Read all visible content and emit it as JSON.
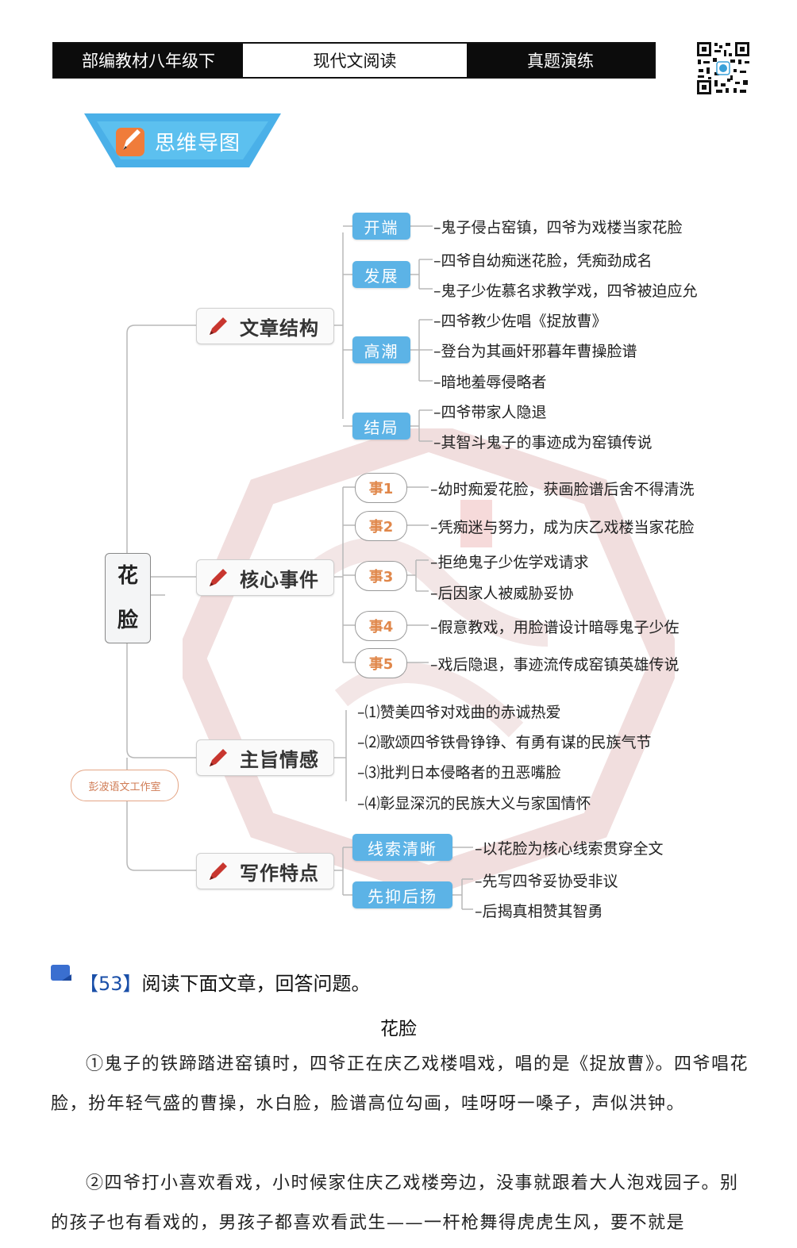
{
  "header": {
    "cell1": "部编教材八年级下",
    "cell2": "现代文阅读",
    "cell3": "真题演练"
  },
  "banner": {
    "title": "思维导图"
  },
  "mindmap": {
    "root": {
      "char1": "花",
      "char2": "脸"
    },
    "structure": {
      "label": "文章结构",
      "tag_open": "开端",
      "open1": "–鬼子侵占窑镇，四爷为戏楼当家花脸",
      "tag_dev": "发展",
      "dev1": "–四爷自幼痴迷花脸，凭痴劲成名",
      "dev2": "–鬼子少佐慕名求教学戏，四爷被迫应允",
      "tag_climax": "高潮",
      "climax1": "–四爷教少佐唱《捉放曹》",
      "climax2": "–登台为其画奸邪暮年曹操脸谱",
      "climax3": "–暗地羞辱侵略者",
      "tag_end": "结局",
      "end1": "–四爷带家人隐退",
      "end2": "–其智斗鬼子的事迹成为窑镇传说"
    },
    "events": {
      "label": "核心事件",
      "e1": "事1",
      "e1_text": "–幼时痴爱花脸，获画脸谱后舍不得清洗",
      "e2": "事2",
      "e2_text": "–凭痴迷与努力，成为庆乙戏楼当家花脸",
      "e3": "事3",
      "e3_text1": "–拒绝鬼子少佐学戏请求",
      "e3_text2": "–后因家人被威胁妥协",
      "e4": "事4",
      "e4_text": "–假意教戏，用脸谱设计暗辱鬼子少佐",
      "e5": "事5",
      "e5_text": "–戏后隐退，事迹流传成窑镇英雄传说"
    },
    "theme": {
      "label": "主旨情感",
      "t1": "–⑴赞美四爷对戏曲的赤诚热爱",
      "t2": "–⑵歌颂四爷铁骨铮铮、有勇有谋的民族气节",
      "t3": "–⑶批判日本侵略者的丑恶嘴脸",
      "t4": "–⑷彰显深沉的民族大义与家国情怀"
    },
    "writing": {
      "label": "写作特点",
      "tag_clue": "线索清晰",
      "clue1": "–以花脸为核心线索贯穿全文",
      "tag_contrast": "先抑后扬",
      "contrast1": "–先写四爷妥协受非议",
      "contrast2": "–后揭真相赞其智勇"
    },
    "stamp": "彭波语文工作室"
  },
  "question": {
    "number": "【53】",
    "prompt": "阅读下面文章，回答问题。",
    "title": "花脸",
    "p1": "①鬼子的铁蹄踏进窑镇时，四爷正在庆乙戏楼唱戏，唱的是《捉放曹》。四爷唱花脸，扮年轻气盛的曹操，水白脸，脸谱高位勾画，哇呀呀一嗓子，声似洪钟。",
    "p2": "②四爷打小喜欢看戏，小时候家住庆乙戏楼旁边，没事就跟着大人泡戏园子。别的孩子也有看戏的，男孩子都喜欢看武生——一杆枪舞得虎虎生风，要不就是"
  },
  "colors": {
    "tag_blue": "#5cb3e6",
    "event_orange": "#e0874a",
    "banner_blue": "#4ab0e8",
    "pen_red": "#c8362f"
  }
}
